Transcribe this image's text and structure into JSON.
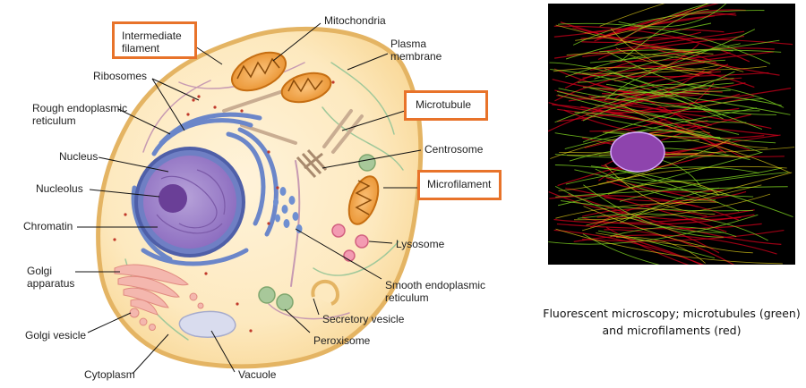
{
  "diagram": {
    "labels": {
      "intermediate_filament": "Intermediate filament",
      "mitochondria": "Mitochondria",
      "plasma_membrane": "Plasma membrane",
      "ribosomes": "Ribosomes",
      "rough_er": "Rough endoplasmic reticulum",
      "microtubule": "Microtubule",
      "centrosome": "Centrosome",
      "nucleus": "Nucleus",
      "nucleolus": "Nucleolus",
      "microfilament": "Microfilament",
      "chromatin": "Chromatin",
      "lysosome": "Lysosome",
      "golgi_apparatus": "Golgi apparatus",
      "smooth_er": "Smooth endoplasmic reticulum",
      "secretory_vesicle": "Secretory vesicle",
      "golgi_vesicle": "Golgi vesicle",
      "peroxisome": "Peroxisome",
      "cytoplasm": "Cytoplasm",
      "vacuole": "Vacuole"
    },
    "highlighted": [
      "Intermediate filament",
      "Microtubule",
      "Microfilament"
    ],
    "highlight_color": "#e8732a"
  },
  "micrograph": {
    "caption": "Fluorescent microscopy; microtubules (green) and microfilaments (red)",
    "colors": {
      "microtubules": "#7ed321",
      "microfilaments": "#d0021b",
      "nucleus": "#8e44ad",
      "background": "#000000"
    }
  }
}
